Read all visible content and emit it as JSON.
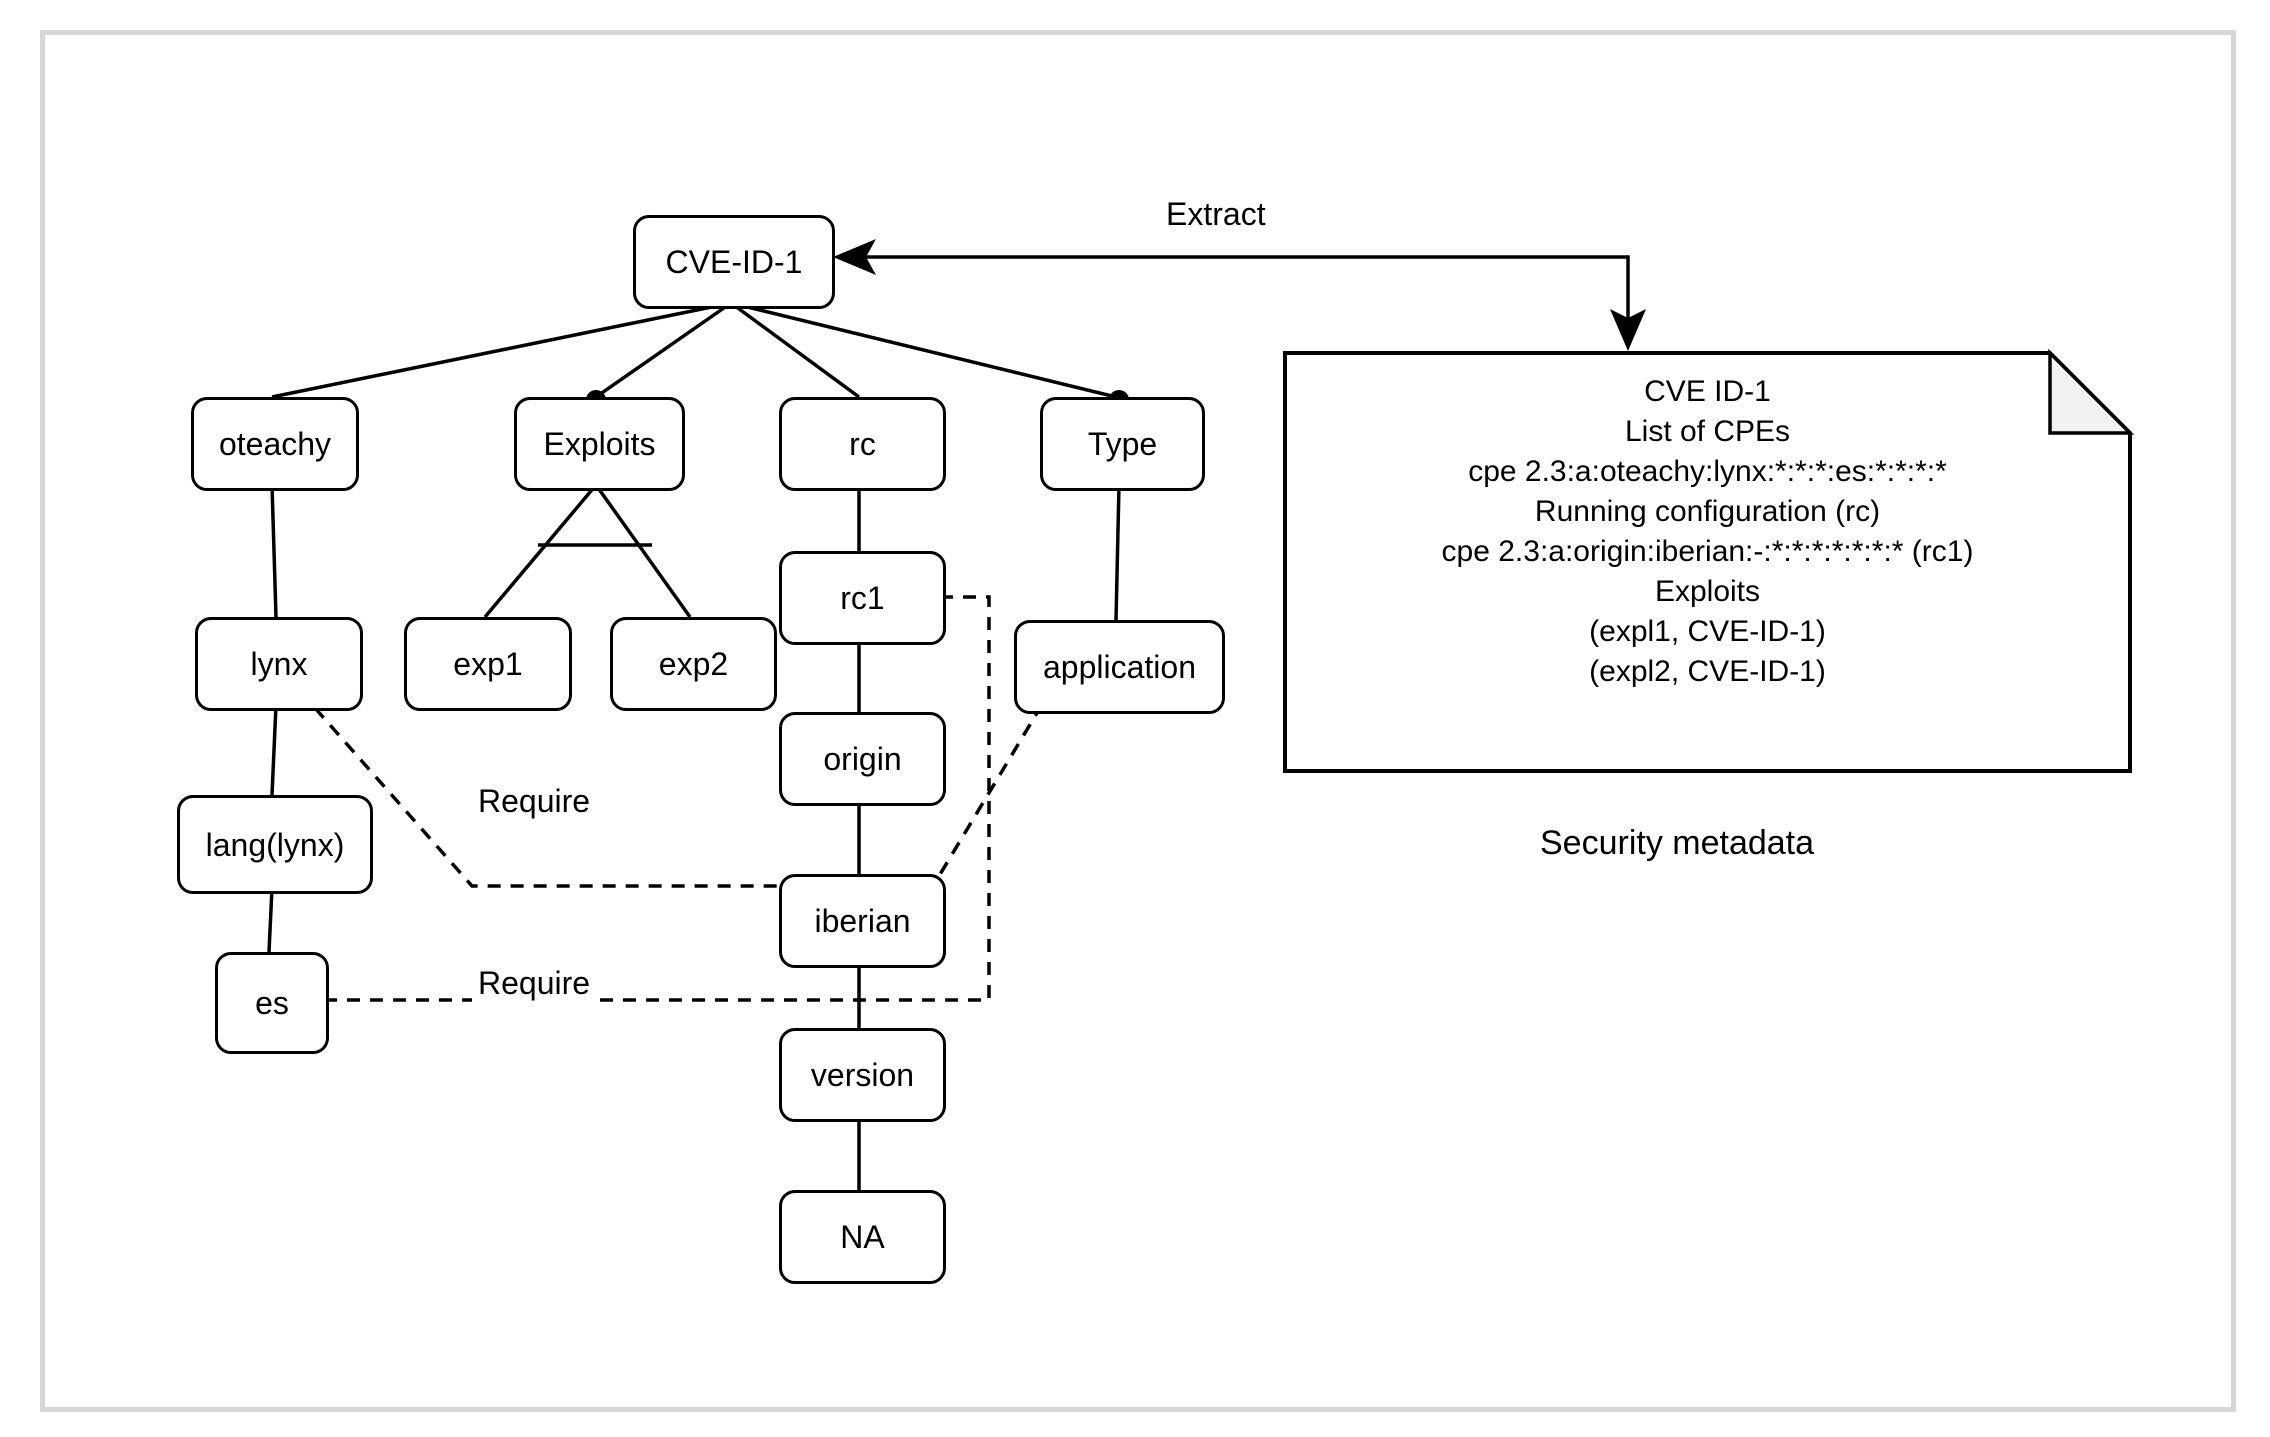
{
  "labels": {
    "extract": "Extract",
    "require": "Require"
  },
  "nodes": {
    "cve": {
      "label": "CVE-ID-1"
    },
    "oteachy": {
      "label": "oteachy"
    },
    "exploits": {
      "label": "Exploits"
    },
    "rc": {
      "label": "rc"
    },
    "type": {
      "label": "Type"
    },
    "lynx": {
      "label": "lynx"
    },
    "exp1": {
      "label": "exp1"
    },
    "exp2": {
      "label": "exp2"
    },
    "rc1": {
      "label": "rc1"
    },
    "application": {
      "label": "application"
    },
    "origin": {
      "label": "origin"
    },
    "lang_lynx": {
      "label": "lang(lynx)"
    },
    "iberian": {
      "label": "iberian"
    },
    "es": {
      "label": "es"
    },
    "version": {
      "label": "version"
    },
    "na": {
      "label": "NA"
    }
  },
  "document_note": {
    "lines": [
      "CVE ID-1",
      "List of CPEs",
      "cpe 2.3:a:oteachy:lynx:*:*:*:es:*:*:*:*",
      "Running configuration (rc)",
      "cpe 2.3:a:origin:iberian:-:*:*:*:*:*:*:* (rc1)",
      "Exploits",
      "(expl1, CVE-ID-1)",
      "(expl2, CVE-ID-1)"
    ],
    "caption": "Security metadata"
  },
  "colors": {
    "stroke": "#000000",
    "frame_border": "#d6d6d6",
    "fold_fill": "#f2f2f2",
    "background": "#ffffff"
  }
}
